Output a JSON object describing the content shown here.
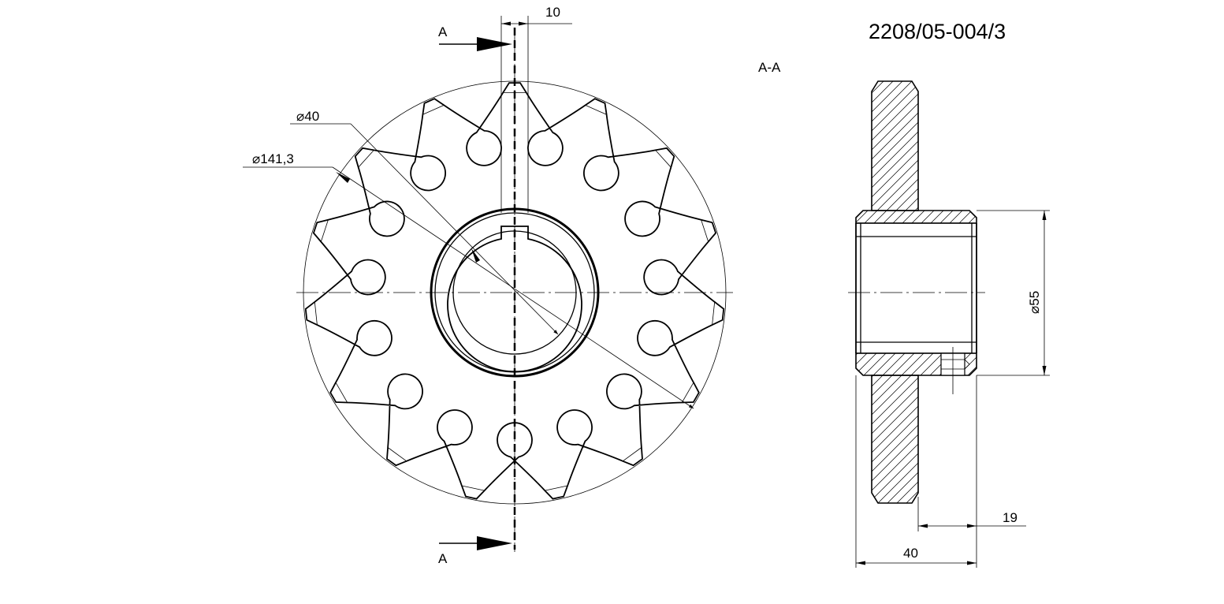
{
  "drawing_number": "2208/05-004/3",
  "section_label": "A-A",
  "section_marker_top": "A",
  "section_marker_bottom": "A",
  "dimensions": {
    "keyway_width": "10",
    "bore_diameter": "⌀40",
    "tip_diameter": "⌀141,3",
    "hub_diameter": "⌀55",
    "hub_offset": "19",
    "hub_length": "40"
  },
  "sprocket": {
    "teeth": 15
  }
}
